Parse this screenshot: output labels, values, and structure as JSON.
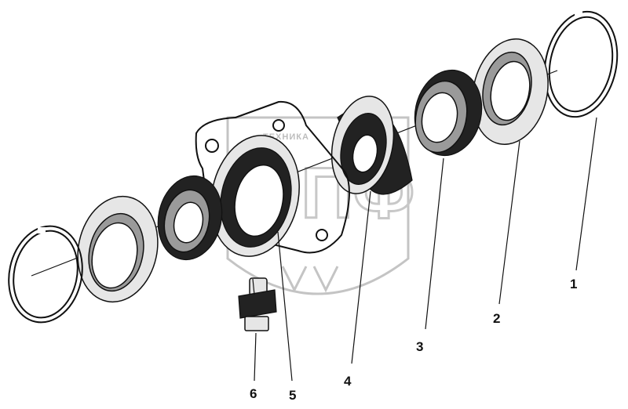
{
  "diagram": {
    "callouts": [
      {
        "id": "1",
        "label": "1"
      },
      {
        "id": "2",
        "label": "2"
      },
      {
        "id": "3",
        "label": "3"
      },
      {
        "id": "4",
        "label": "4"
      },
      {
        "id": "5",
        "label": "5"
      },
      {
        "id": "6",
        "label": "6"
      }
    ],
    "watermark": {
      "small_text": "ТЕХНИКА",
      "letters": "ЭПФ"
    }
  }
}
